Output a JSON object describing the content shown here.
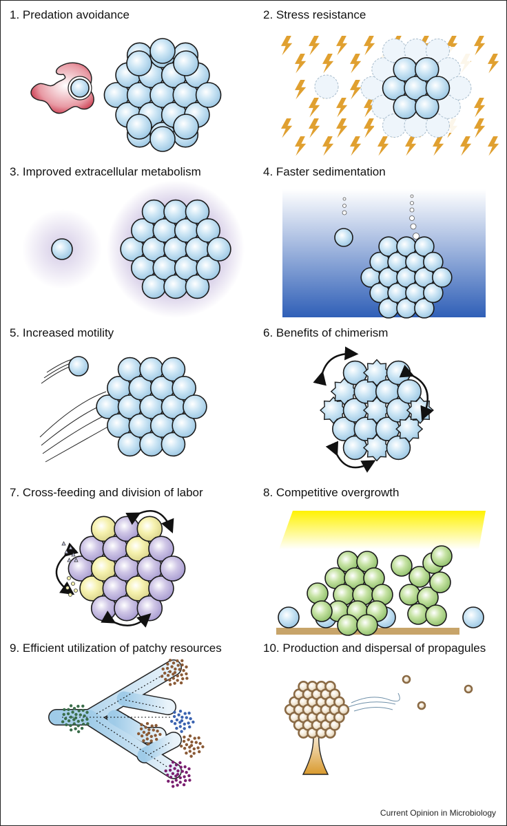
{
  "panels": [
    {
      "label": "1. Predation avoidance"
    },
    {
      "label": "2. Stress resistance"
    },
    {
      "label": "3. Improved extracellular metabolism"
    },
    {
      "label": "4. Faster sedimentation"
    },
    {
      "label": "5. Increased motility"
    },
    {
      "label": "6. Benefits of chimerism"
    },
    {
      "label": "7. Cross-feeding and division of labor"
    },
    {
      "label": "8. Competitive overgrowth"
    },
    {
      "label": "9. Efficient utilization of patchy resources"
    },
    {
      "label": "10. Production and dispersal of propagules"
    }
  ],
  "footer": "Current Opinion in Microbiology",
  "colors": {
    "cell_blue": "#cde6f5",
    "cell_blue_dark": "#9cc7e3",
    "predator_red": "#c9364a",
    "lightning_orange": "#e0a030",
    "halo_purple": "#6a4aa8",
    "water_top": "#ffffff",
    "water_bottom": "#2f5fb7",
    "cell_yellow": "#f6f2b0",
    "cell_purple": "#cfc6e6",
    "cell_green": "#c6e3a4",
    "light_yellow": "#fff200",
    "substrate_tan": "#c7a46a",
    "propagule_brown": "#8a6a45",
    "stalk_orange": "#d99a2e"
  }
}
